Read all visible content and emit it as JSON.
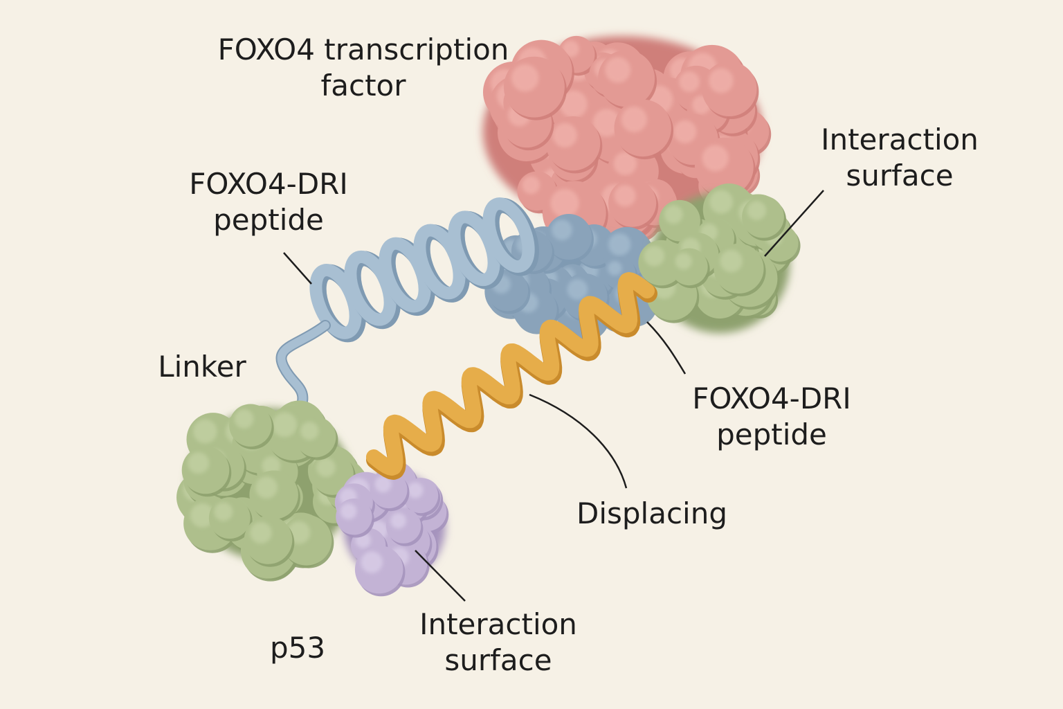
{
  "labels": {
    "foxo4_tf": [
      "FOXO4 transcription",
      "factor"
    ],
    "dri_top": [
      "FOXO4-DRI",
      "peptide"
    ],
    "interaction_top": [
      "Interaction",
      "surface"
    ],
    "linker": "Linker",
    "dri_right": [
      "FOXO4-DRI",
      "peptide"
    ],
    "displacing": "Displacing",
    "p53": "p53",
    "interaction_bottom": [
      "Interaction",
      "surface"
    ]
  },
  "colors": {
    "background": "#f6f1e6",
    "foxo4": "#e39a94",
    "foxo4_shade": "#cf7f7a",
    "foxo4_highlight": "#f2b5ae",
    "blue_helix": "#a8bfd2",
    "blue_helix_dark": "#7f9ab2",
    "blue_domain": "#8aa3ba",
    "green": "#aebf8c",
    "green_dark": "#8ea16e",
    "green_highlight": "#c5d3a6",
    "orange": "#e6ad4a",
    "orange_dark": "#c98b2c",
    "purple": "#c3b3d5",
    "purple_dark": "#a593bd",
    "leader": "#1d1d1d"
  }
}
